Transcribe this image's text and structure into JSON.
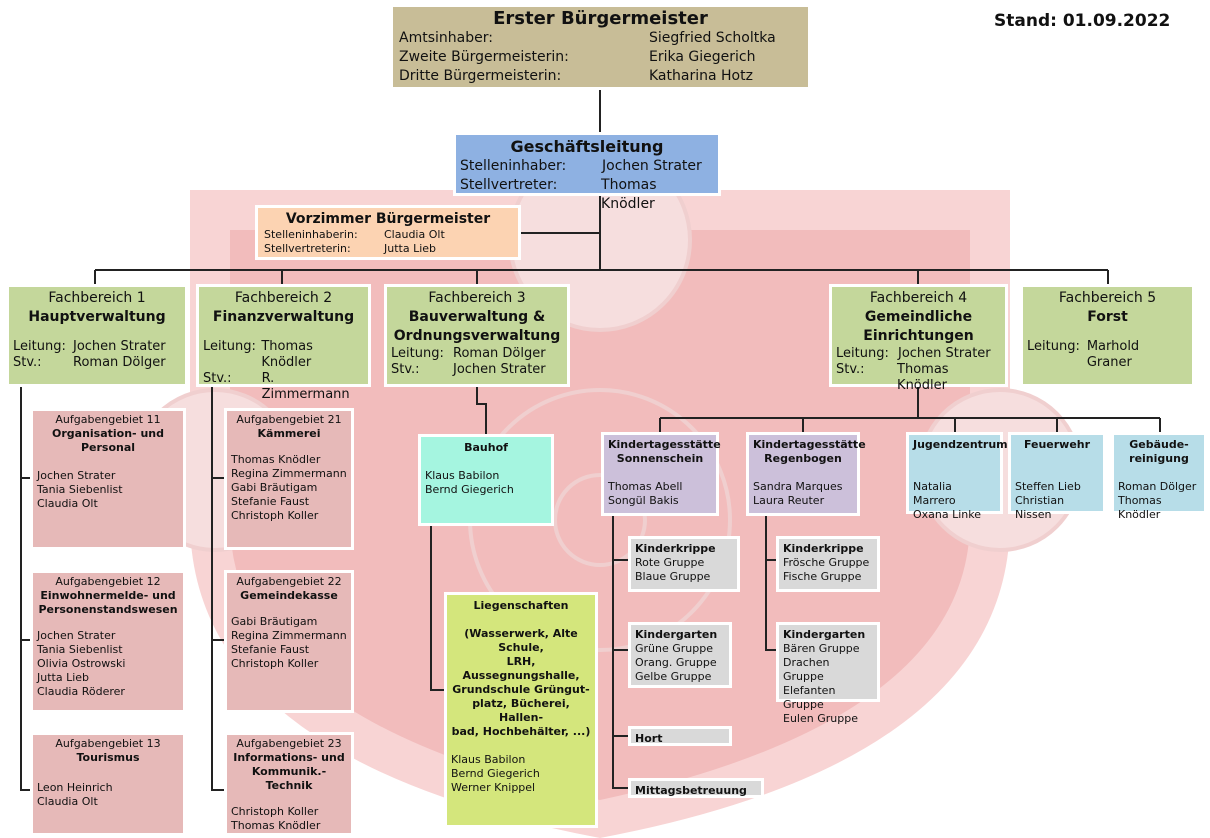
{
  "stand": "Stand: 01.09.2022",
  "mayor": {
    "title": "Erster Bürgermeister",
    "rows": [
      {
        "k": "Amtsinhaber:",
        "v": "Siegfried Scholtka"
      },
      {
        "k": "Zweite Bürgermeisterin:",
        "v": "Erika Giegerich"
      },
      {
        "k": "Dritte Bürgermeisterin:",
        "v": "Katharina Hotz"
      }
    ]
  },
  "gl": {
    "title": "Geschäftsleitung",
    "rows": [
      {
        "k": "Stelleninhaber:",
        "v": "Jochen Strater"
      },
      {
        "k": "Stellvertreter:",
        "v": "Thomas Knödler"
      }
    ]
  },
  "vz": {
    "title": "Vorzimmer Bürgermeister",
    "rows": [
      {
        "k": "Stelleninhaberin:",
        "v": "Claudia Olt"
      },
      {
        "k": "Stellvertreterin:",
        "v": "Jutta Lieb"
      }
    ]
  },
  "fb": [
    {
      "l1": "Fachbereich 1",
      "l2": "Hauptverwaltung",
      "rows": [
        {
          "k": "Leitung:",
          "v": "Jochen Strater"
        },
        {
          "k": "Stv.:",
          "v": "Roman Dölger"
        }
      ]
    },
    {
      "l1": "Fachbereich 2",
      "l2": "Finanzverwaltung",
      "rows": [
        {
          "k": "Leitung:",
          "v": "Thomas Knödler"
        },
        {
          "k": "Stv.:",
          "v": "R. Zimmermann"
        }
      ]
    },
    {
      "l1": "Fachbereich 3",
      "l2a": "Bauverwaltung &",
      "l2b": "Ordnungsverwaltung",
      "rows": [
        {
          "k": "Leitung:",
          "v": "Roman Dölger"
        },
        {
          "k": "Stv.:",
          "v": "Jochen Strater"
        }
      ]
    },
    {
      "l1": "Fachbereich 4",
      "l2a": "Gemeindliche",
      "l2b": "Einrichtungen",
      "rows": [
        {
          "k": "Leitung:",
          "v": "Jochen Strater"
        },
        {
          "k": "Stv.:",
          "v": "Thomas Knödler"
        }
      ]
    },
    {
      "l1": "Fachbereich 5",
      "l2": "Forst",
      "rows": [
        {
          "k": "Leitung:",
          "v": "Marhold Graner"
        }
      ]
    }
  ],
  "ag": {
    "ag11": {
      "h": "Aufgabengebiet 11",
      "t1": "Organisation- und",
      "t2": "Personal",
      "p": [
        "Jochen Strater",
        "Tania Siebenlist",
        "Claudia Olt"
      ]
    },
    "ag12": {
      "h": "Aufgabengebiet 12",
      "t1": "Einwohnermelde- und",
      "t2": "Personenstandswesen",
      "p": [
        "Jochen Strater",
        "Tania Siebenlist",
        "Olivia Ostrowski",
        "Jutta Lieb",
        "Claudia Röderer"
      ]
    },
    "ag13": {
      "h": "Aufgabengebiet 13",
      "t1": "Tourismus",
      "p": [
        "Leon Heinrich",
        "Claudia Olt"
      ]
    },
    "ag21": {
      "h": "Aufgabengebiet 21",
      "t1": "Kämmerei",
      "p": [
        "Thomas Knödler",
        "Regina Zimmermann",
        "Gabi Bräutigam",
        "Stefanie Faust",
        "Christoph Koller"
      ]
    },
    "ag22": {
      "h": "Aufgabengebiet 22",
      "t1": "Gemeindekasse",
      "p": [
        "Gabi Bräutigam",
        "Regina Zimmermann",
        "Stefanie Faust",
        "Christoph Koller"
      ]
    },
    "ag23": {
      "h": "Aufgabengebiet 23",
      "t1": "Informations- und",
      "t2": "Kommunik.-Technik",
      "p": [
        "Christoph Koller",
        "Thomas Knödler"
      ]
    }
  },
  "bauhof": {
    "title": "Bauhof",
    "p": [
      "Klaus Babilon",
      "Bernd Giegerich"
    ]
  },
  "lieg": {
    "title": "Liegenschaften",
    "desc": [
      "(Wasserwerk, Alte Schule,",
      "LRH, Aussegnungshalle,",
      "Grundschule Grüngut-",
      "platz, Bücherei, Hallen-",
      "bad, Hochbehälter, ...)"
    ],
    "p": [
      "Klaus Babilon",
      "Bernd Giegerich",
      "Werner Knippel"
    ]
  },
  "kita1": {
    "t1": "Kindertagesstätte",
    "t2": "Sonnenschein",
    "p": [
      "Thomas Abell",
      "Songül Bakis"
    ]
  },
  "kita2": {
    "t1": "Kindertagesstätte",
    "t2": "Regenbogen",
    "p": [
      "Sandra Marques",
      "Laura Reuter"
    ]
  },
  "jz": {
    "title": "Jugendzentrum",
    "p": [
      "Natalia Marrero",
      "Oxana Linke"
    ]
  },
  "fw": {
    "title": "Feuerwehr",
    "p": [
      "Steffen Lieb",
      "Christian Nissen"
    ]
  },
  "gr": {
    "t1": "Gebäude-",
    "t2": "reinigung",
    "p": [
      "Roman Dölger",
      "Thomas Knödler"
    ]
  },
  "kk1": {
    "title": "Kinderkrippe",
    "p": [
      "Rote Gruppe",
      "Blaue Gruppe"
    ]
  },
  "kg1": {
    "title": "Kindergarten",
    "p": [
      "Grüne Gruppe",
      "Orang. Gruppe",
      "Gelbe Gruppe"
    ]
  },
  "hort": {
    "title": "Hort"
  },
  "mb": {
    "title": "Mittagsbetreuung"
  },
  "kk2": {
    "title": "Kinderkrippe",
    "p": [
      "Frösche Gruppe",
      "Fische Gruppe"
    ]
  },
  "kg2": {
    "title": "Kindergarten",
    "p": [
      "Bären Gruppe",
      "Drachen Gruppe",
      "Elefanten Gruppe",
      "Eulen Gruppe"
    ]
  },
  "colors": {
    "mayor": "#c8bd97",
    "gl": "#8eb1e2",
    "vz": "#fcd3b2",
    "fb": "#c4d79b",
    "ag": "#e6b9b8",
    "bauhof": "#a5f5e0",
    "lieg": "#d4e67c",
    "kita": "#ccc0da",
    "blue": "#b7dde8",
    "grey": "#d9d9d9",
    "watermark": "#f3c9c9"
  }
}
